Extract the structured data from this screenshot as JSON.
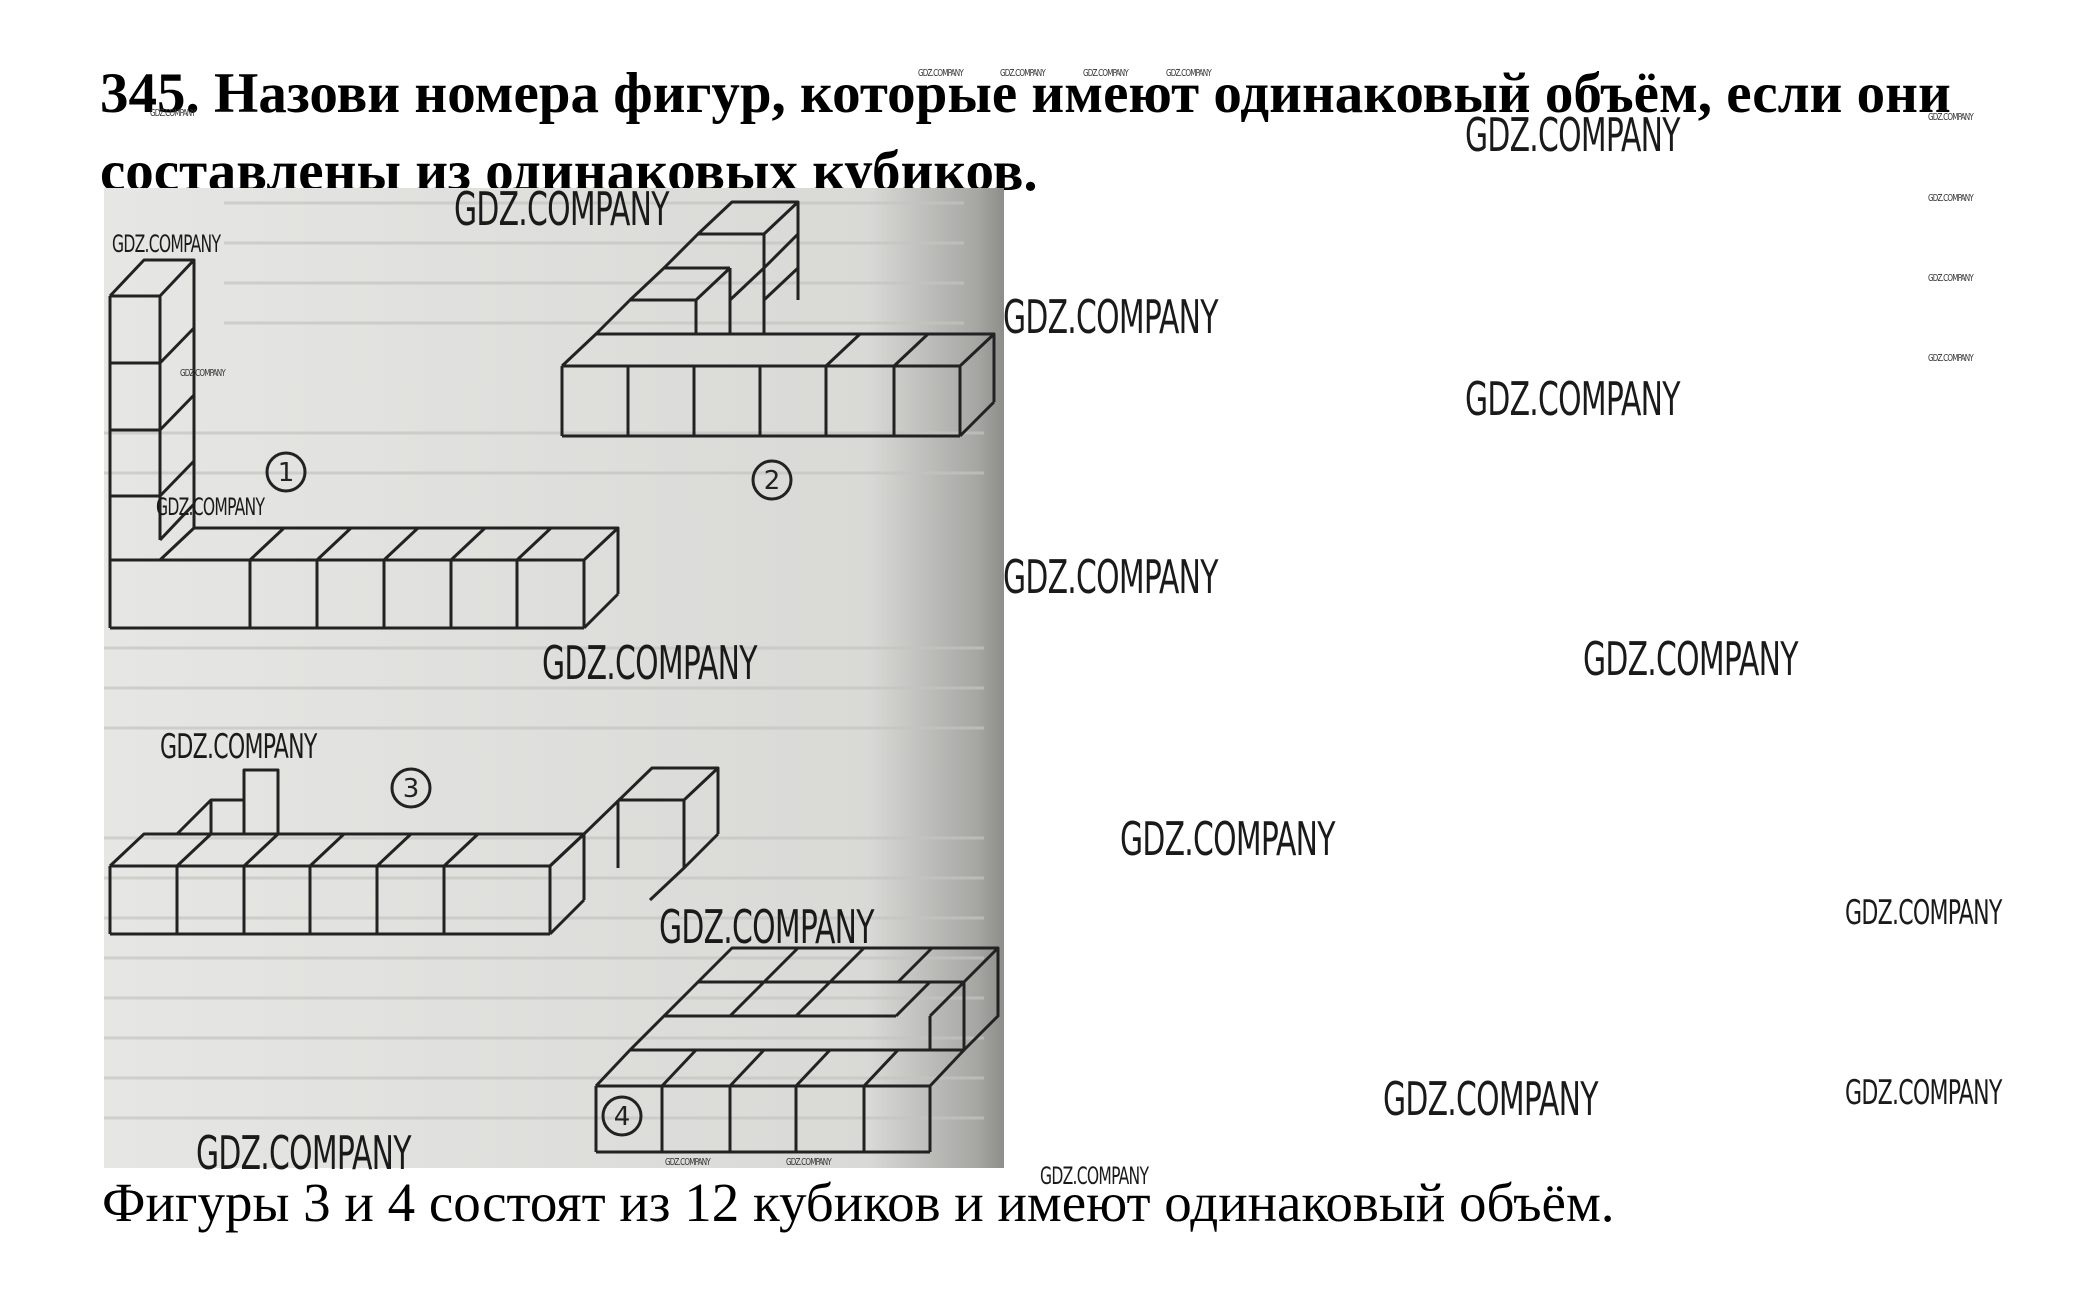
{
  "question": {
    "number": "345.",
    "text": "Назови номера фигур, которые имеют одинаковый объём, если они составлены из одинаковых кубиков."
  },
  "figures": {
    "labels": [
      "1",
      "2",
      "3",
      "4"
    ]
  },
  "answer": {
    "text": "Фигуры 3 и 4 состоят из 12 кубиков и имеют одинаковый объём."
  },
  "watermark": {
    "text": "GDZ.COMPANY"
  }
}
